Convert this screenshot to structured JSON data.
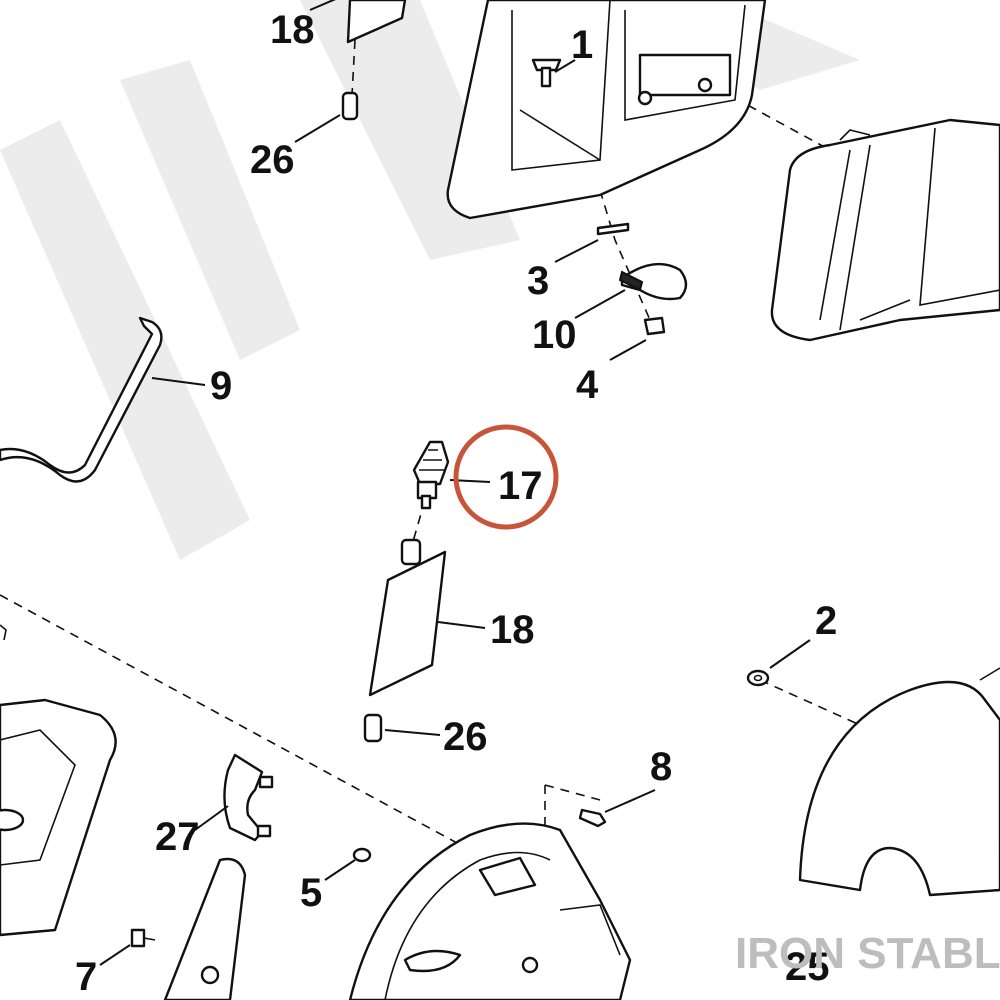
{
  "diagram": {
    "highlight": {
      "label": "17",
      "ring_color": "#c8553a"
    },
    "watermark_brand": "IRON STABLE",
    "colors": {
      "line": "#111111",
      "watermark": "#bdbdbd",
      "highlight": "#c8553a"
    },
    "callouts": [
      {
        "id": "c18-top",
        "label": "18"
      },
      {
        "id": "c1",
        "label": "1"
      },
      {
        "id": "c26-top",
        "label": "26"
      },
      {
        "id": "c3",
        "label": "3"
      },
      {
        "id": "c10",
        "label": "10"
      },
      {
        "id": "c4",
        "label": "4"
      },
      {
        "id": "c9",
        "label": "9"
      },
      {
        "id": "c17",
        "label": "17"
      },
      {
        "id": "c18-mid",
        "label": "18"
      },
      {
        "id": "c2",
        "label": "2"
      },
      {
        "id": "c26-mid",
        "label": "26"
      },
      {
        "id": "c8",
        "label": "8"
      },
      {
        "id": "c27",
        "label": "27"
      },
      {
        "id": "c5",
        "label": "5"
      },
      {
        "id": "c7",
        "label": "7"
      },
      {
        "id": "c25",
        "label": "25"
      }
    ]
  }
}
